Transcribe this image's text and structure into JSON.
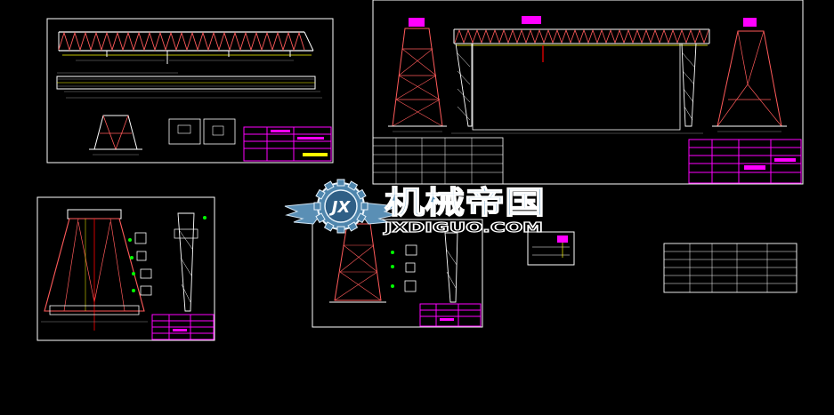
{
  "watermark": {
    "badge_text": "JX",
    "chinese_name": "机械帝国",
    "latin_name": "JXDIGUO.COM"
  },
  "colors": {
    "background": "#000000",
    "frame": "#ffffff",
    "member": "#ff5a5a",
    "title_block": "#ff00ff",
    "accent": "#ffff00",
    "dimension": "#00ff00",
    "logo_blue": "#5a8fb5"
  },
  "sheets": [
    "girder-elevation-sheet",
    "gantry-general-arrangement-sheet",
    "leg-detail-sheet",
    "leg-side-sheet",
    "small-detail-sheet",
    "parameter-table-sheet"
  ]
}
